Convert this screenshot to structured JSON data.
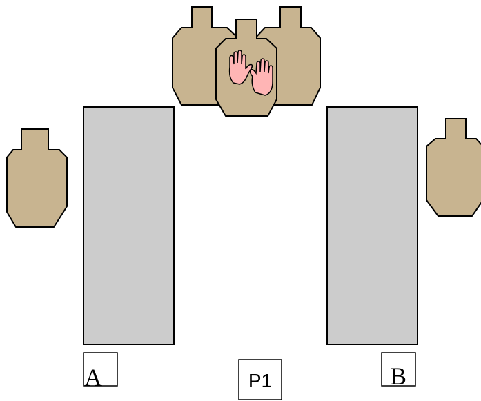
{
  "colors": {
    "target_fill": "#c8b490",
    "target_stroke": "#000000",
    "wall_fill": "#cccccc",
    "wall_stroke": "#000000",
    "hand_fill": "#ffb5b5",
    "hand_stroke": "#000000",
    "label_box_fill": "#ffffff",
    "label_box_stroke": "#000000"
  },
  "targets": [
    {
      "id": "target-left",
      "type": "shoot"
    },
    {
      "id": "target-top-left",
      "type": "shoot"
    },
    {
      "id": "target-top-right",
      "type": "shoot"
    },
    {
      "id": "target-top-center",
      "type": "no-shoot",
      "icon": "hands-icon"
    },
    {
      "id": "target-right",
      "type": "shoot"
    }
  ],
  "walls": [
    {
      "id": "wall-left"
    },
    {
      "id": "wall-right"
    }
  ],
  "positions": {
    "a_label": "A",
    "b_label": "B",
    "p1_label": "P1"
  }
}
